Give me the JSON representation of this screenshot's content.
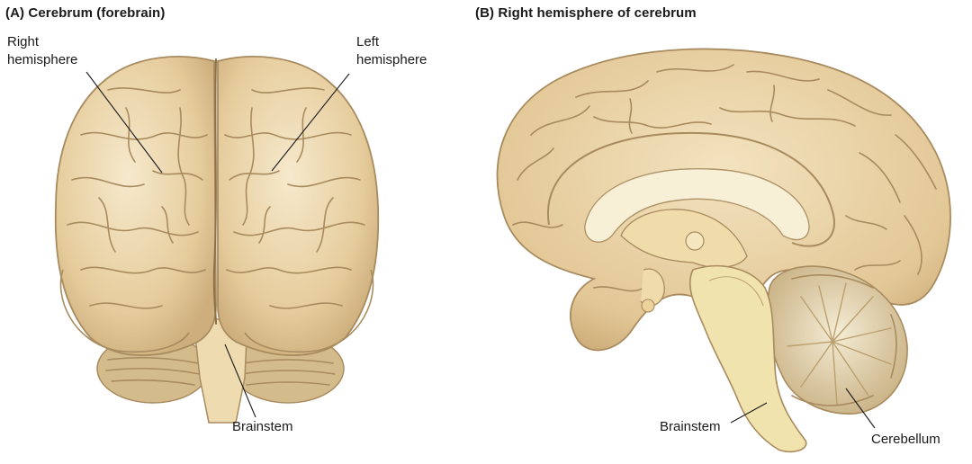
{
  "panel_a": {
    "title": "(A) Cerebrum (forebrain)",
    "labels": {
      "right_hemisphere_line1": "Right",
      "right_hemisphere_line2": "hemisphere",
      "left_hemisphere_line1": "Left",
      "left_hemisphere_line2": "hemisphere",
      "brainstem": "Brainstem"
    }
  },
  "panel_b": {
    "title": "(B) Right hemisphere of cerebrum",
    "labels": {
      "brainstem": "Brainstem",
      "cerebellum": "Cerebellum"
    }
  },
  "colors": {
    "cortex": "#e9d3a8",
    "cortex_shadow": "#c9ab7a",
    "brainstem": "#f1e3ad",
    "cerebellum": "#dcc596"
  }
}
